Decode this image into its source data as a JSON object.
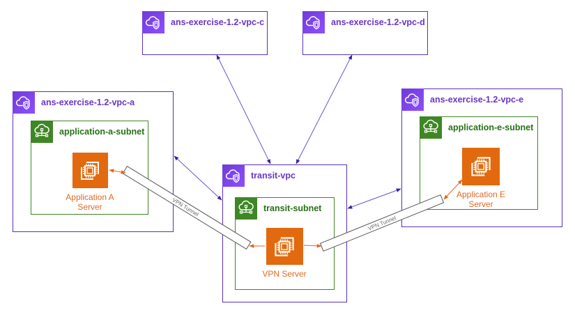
{
  "diagram": {
    "vpcs": {
      "vpc_c": {
        "label": "ans-exercise-1.2-vpc-c"
      },
      "vpc_d": {
        "label": "ans-exercise-1.2-vpc-d"
      },
      "vpc_a": {
        "label": "ans-exercise-1.2-vpc-a"
      },
      "vpc_e": {
        "label": "ans-exercise-1.2-vpc-e"
      },
      "transit": {
        "label": "transit-vpc"
      }
    },
    "subnets": {
      "subnet_a": {
        "label": "application-a-subnet"
      },
      "subnet_e": {
        "label": "application-e-subnet"
      },
      "transit": {
        "label": "transit-subnet"
      }
    },
    "servers": {
      "server_a": {
        "label": "Application A\nServer"
      },
      "server_e": {
        "label": "Application E\nServer"
      },
      "vpn": {
        "label": "VPN Server"
      }
    },
    "tunnels": {
      "left": {
        "label": "VPN Tunnel"
      },
      "right": {
        "label": "VPN Tunnel"
      }
    },
    "colors": {
      "vpc": "#5a30b5",
      "subnet": "#3f8624",
      "compute": "#e2690e",
      "peering_arrow": "#4b2fb0",
      "tunnel_arrow": "#e0661f"
    }
  }
}
